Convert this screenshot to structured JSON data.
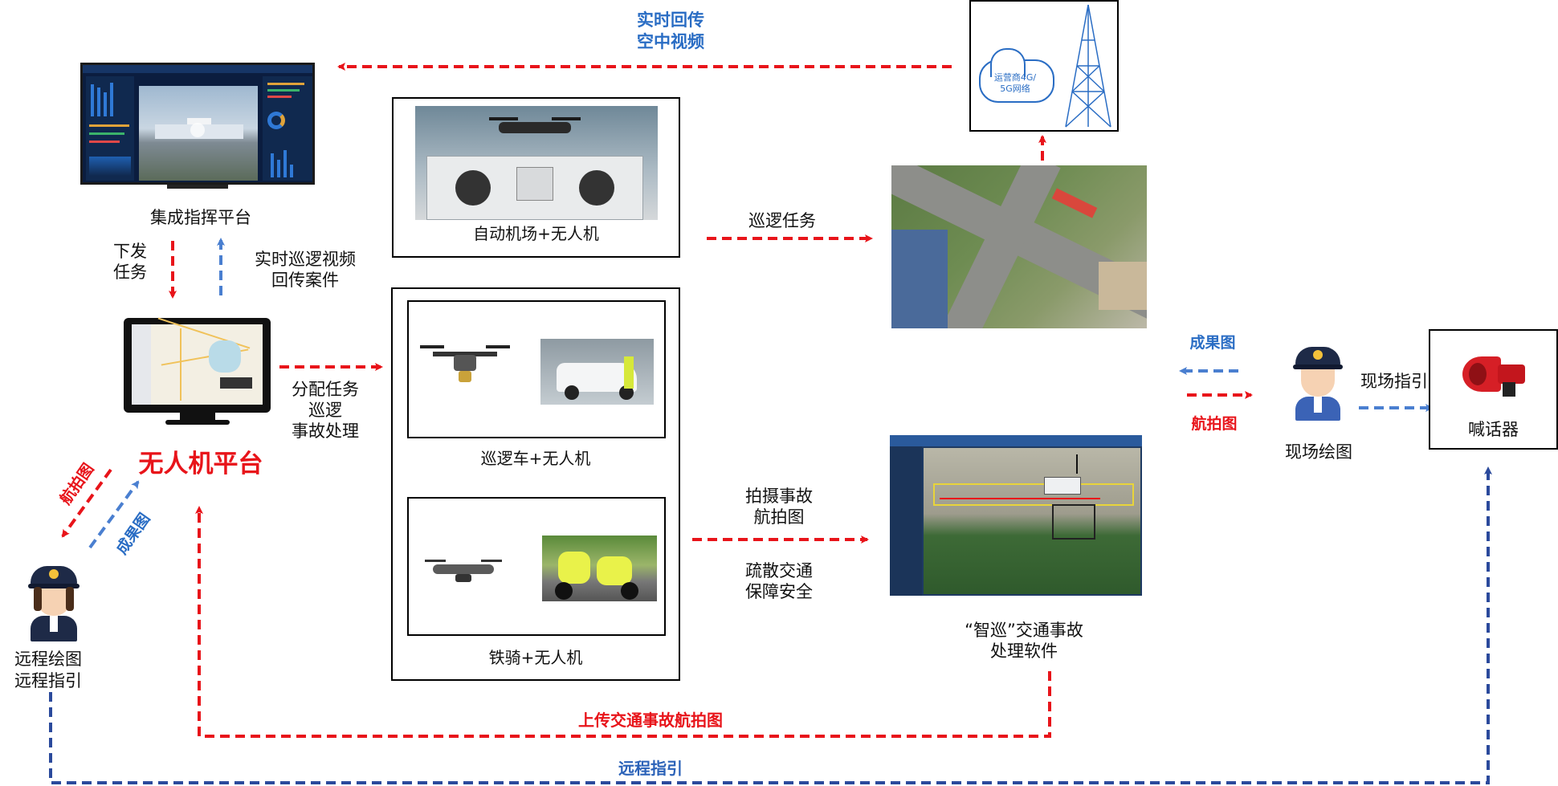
{
  "top_return": {
    "line1": "实时回传",
    "line2": "空中视频"
  },
  "command_platform": {
    "label": "集成指挥平台"
  },
  "dispatch": {
    "line1": "下发",
    "line2": "任务"
  },
  "realtime_video": {
    "line1": "实时巡逻视频",
    "line2": "回传案件"
  },
  "uav_platform": {
    "label": "无人机平台"
  },
  "assign": {
    "line1": "分配任务",
    "line2": "巡逻",
    "line3": "事故处理"
  },
  "airport": {
    "label": "自动机场+无人机"
  },
  "patrol_car": {
    "label": "巡逻车+无人机"
  },
  "motorbike": {
    "label": "铁骑+无人机"
  },
  "patrol_task": {
    "label": "巡逻任务"
  },
  "capture": {
    "line1": "拍摄事故",
    "line2": "航拍图"
  },
  "evacuate": {
    "line1": "疏散交通",
    "line2": "保障安全"
  },
  "network": {
    "line1": "运营商4G/",
    "line2": "5G网络"
  },
  "software": {
    "line1": "“智巡”交通事故",
    "line2": "处理软件"
  },
  "result_map_right": "成果图",
  "aerial_map_right": "航拍图",
  "onsite_officer": {
    "label": "现场绘图"
  },
  "onsite_guide": {
    "label": "现场指引"
  },
  "megaphone": {
    "label": "喊话器"
  },
  "aerial_map_left": "航拍图",
  "result_map_left": "成果图",
  "remote_officer": {
    "line1": "远程绘图",
    "line2": "远程指引"
  },
  "upload": {
    "label": "上传交通事故航拍图"
  },
  "remote_guide": {
    "label": "远程指引"
  },
  "colors": {
    "red_arrow": "#e8141a",
    "blue_arrow": "#2a6dc4",
    "navy_arrow": "#2b4a9c"
  }
}
